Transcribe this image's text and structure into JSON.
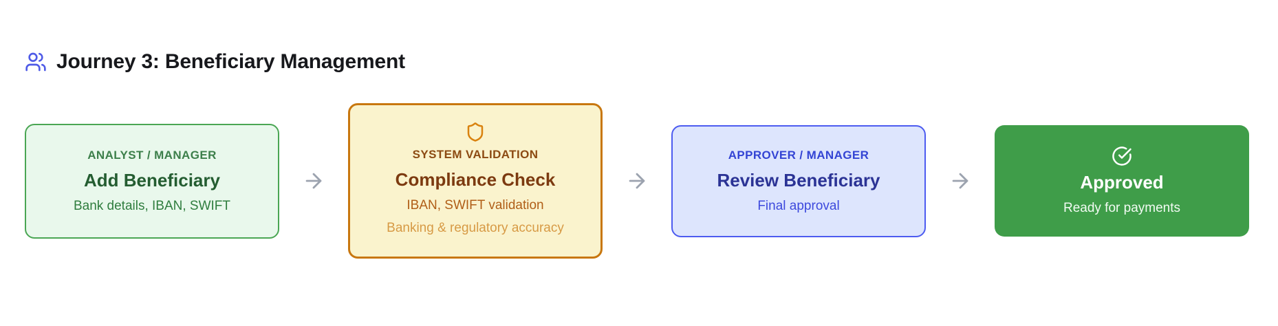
{
  "header": {
    "icon": "users-icon",
    "icon_color": "#4f5be7",
    "title": "Journey 3: Beneficiary Management"
  },
  "flow": {
    "arrow_glyph": "→",
    "arrow_color": "#9ca3af",
    "steps": [
      {
        "id": "add-beneficiary",
        "variant": "green-outline",
        "icon": null,
        "label": "ANALYST / MANAGER",
        "title": "Add Beneficiary",
        "lines": [
          "Bank details, IBAN, SWIFT"
        ],
        "colors": {
          "background": "#e9f8ec",
          "border": "#4aa653",
          "label": "#3c7f4a",
          "title": "#245d31",
          "line": "#2f7d3e"
        }
      },
      {
        "id": "compliance-check",
        "variant": "amber-outline",
        "icon": "shield-icon",
        "icon_color": "#d9820f",
        "label": "SYSTEM VALIDATION",
        "title": "Compliance Check",
        "lines": [
          "IBAN, SWIFT validation",
          "Banking & regulatory accuracy"
        ],
        "colors": {
          "background": "#faf3cd",
          "border": "#c8770f",
          "label": "#8c4a12",
          "title": "#7c3a10",
          "line1": "#b05e17",
          "line2": "#d79a45"
        }
      },
      {
        "id": "review-beneficiary",
        "variant": "blue-outline",
        "icon": null,
        "label": "APPROVER / MANAGER",
        "title": "Review Beneficiary",
        "lines": [
          "Final approval"
        ],
        "colors": {
          "background": "#dde5fd",
          "border": "#4c5bf0",
          "label": "#3344d4",
          "title": "#2b3395",
          "line": "#3d49dd"
        }
      },
      {
        "id": "approved",
        "variant": "green-solid",
        "icon": "check-circle-icon",
        "icon_color": "#ffffff",
        "label": null,
        "title": "Approved",
        "lines": [
          "Ready for payments"
        ],
        "colors": {
          "background": "#3f9d49",
          "title": "#ffffff",
          "line": "#f2fbf3"
        }
      }
    ]
  }
}
